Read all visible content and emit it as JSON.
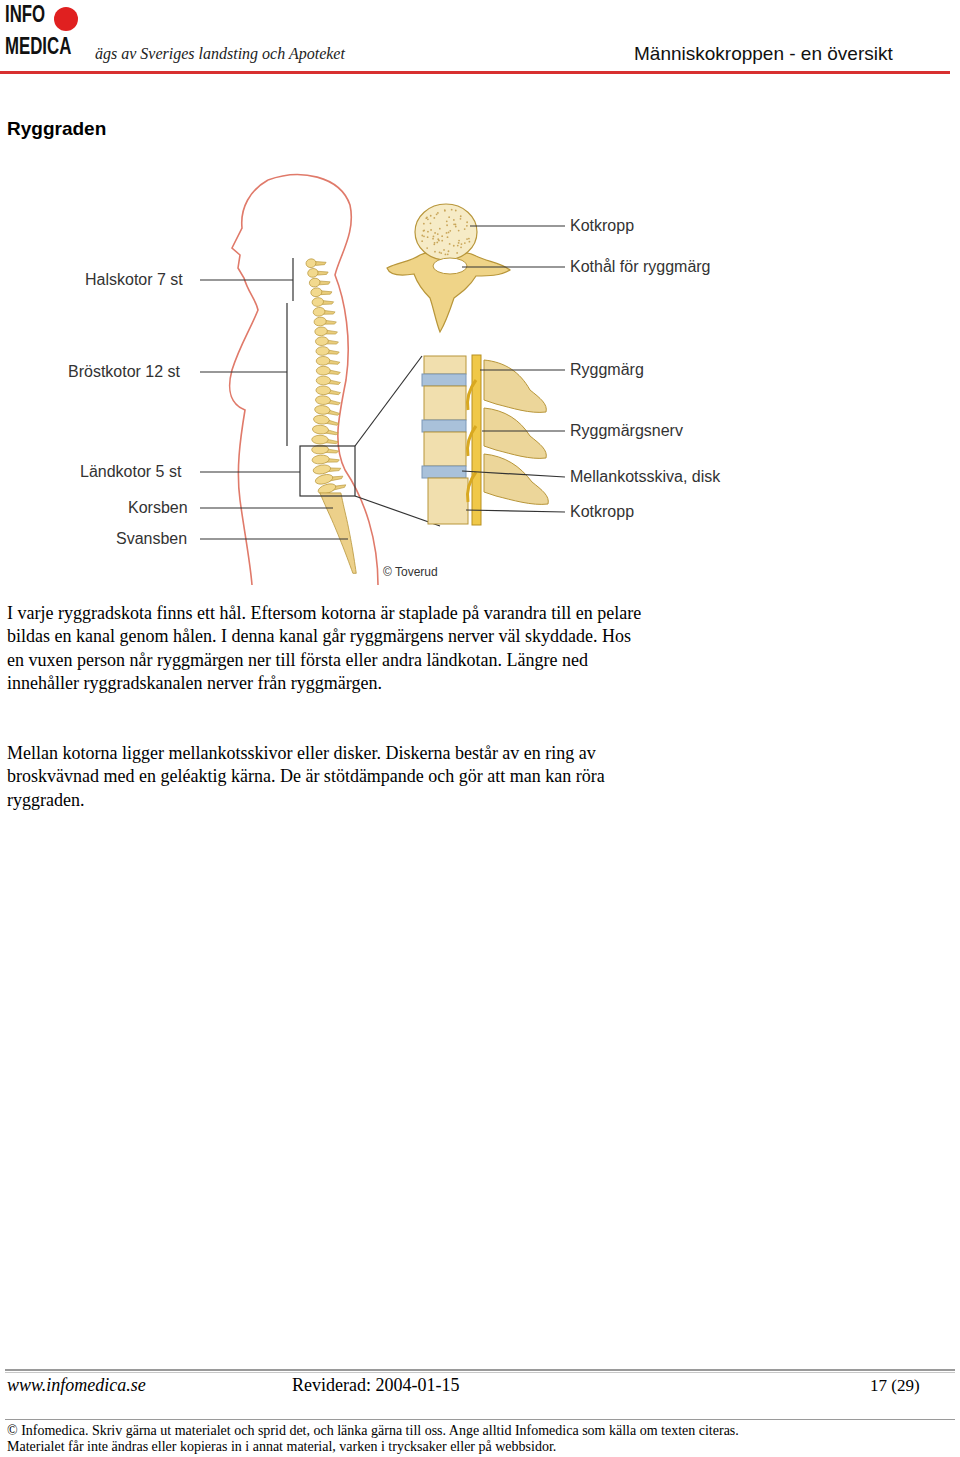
{
  "diagram": {
    "title": "Ryggraden",
    "labels": [
      "INFO",
      "MEDICA",
      "ägs av Sveriges landsting och Apoteket",
      "Människokroppen - en översikt",
      "Halskotor 7 st",
      "Bröstkotor 12 st",
      "Ländkotor 5 st",
      "Korsben",
      "Svansben",
      "Kotkropp",
      "Kothål för ryggmärg",
      "Ryggmärg",
      "Ryggmärgsnerv",
      "Mellankotsskiva, disk",
      "Kotkropp",
      "© Toverud",
      "I varje ryggradskota finns ett hål. Eftersom kotorna är staplade på varandra till en pelare bildas en kanal genom hålen. I denna kanal går ryggmärgens nerver väl skyddade. Hos en vuxen person når ryggmärgen ner till första eller andra ländkotan. Längre ned innehåller ryggradskanalen nerver från ryggmärgen.",
      "Mellan kotorna ligger mellankotsskivor eller disker. Diskerna består av en ring av broskvävnad med en geléaktig kärna. De är stötdämpande och gör att man kan röra ryggraden.",
      "www.infomedica.se",
      "Reviderad: 2004-01-15",
      "17 (29)",
      "© Infomedica. Skriv gärna ut materialet och sprid det, och länka gärna till oss. Ange alltid Infomedica som källa om texten citeras.",
      "Materialet får inte ändras eller kopieras in i annat material, varken i trycksaker eller på webbsidor."
    ]
  }
}
